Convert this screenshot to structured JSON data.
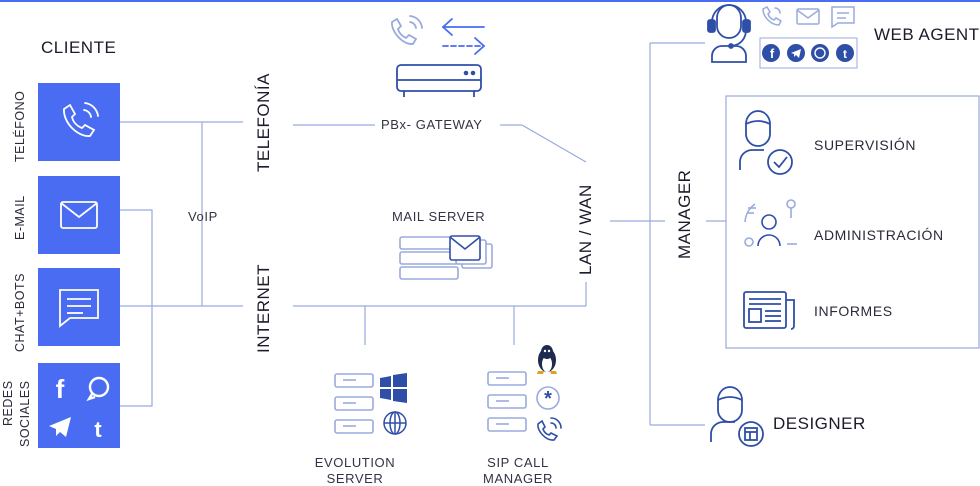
{
  "colors": {
    "accent": "#4a6cf2",
    "line": "#9aaadd",
    "icon": "#2f4ea8",
    "text": "#1b1b2a"
  },
  "cliente": {
    "title": "CLIENTE",
    "channels": [
      {
        "label": "TELÉFONO",
        "icon": "phone-icon"
      },
      {
        "label": "E-MAIL",
        "icon": "envelope-icon"
      },
      {
        "label": "CHAT+BOTS",
        "icon": "chat-icon"
      },
      {
        "label_line1": "REDES",
        "label_line2": "SOCIALES",
        "icons": [
          "facebook-icon",
          "whatsapp-icon",
          "telegram-icon",
          "tumblr-icon"
        ]
      }
    ]
  },
  "network": {
    "voip": "VoIP",
    "telefonia": "TELEFONÍA",
    "internet": "INTERNET",
    "lan_wan": "LAN / WAN",
    "pbx_gateway": "PBx- GATEWAY",
    "mail_server": "MAIL SERVER",
    "evolution_line1": "EVOLUTION",
    "evolution_line2": "SERVER",
    "sip_line1": "SIP CALL",
    "sip_line2": "MANAGER"
  },
  "roles": {
    "manager": "MANAGER",
    "web_agent": "WEB AGENT",
    "supervision": "SUPERVISIÓN",
    "administracion": "ADMINISTRACIÓN",
    "informes": "INFORMES",
    "designer": "DESIGNER"
  }
}
